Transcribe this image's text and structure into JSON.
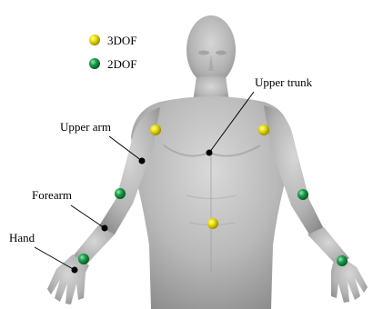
{
  "legend": {
    "items": [
      {
        "label": "3DOF",
        "color": "#e8d800"
      },
      {
        "label": "2DOF",
        "color": "#1a9a48"
      }
    ]
  },
  "labels": {
    "upper_trunk": "Upper trunk",
    "upper_arm": "Upper arm",
    "forearm": "Forearm",
    "hand": "Hand"
  },
  "joints": {
    "three_dof_color": "#e8d800",
    "two_dof_color": "#1a9a48",
    "three_dof_count": 3,
    "two_dof_count": 4
  }
}
